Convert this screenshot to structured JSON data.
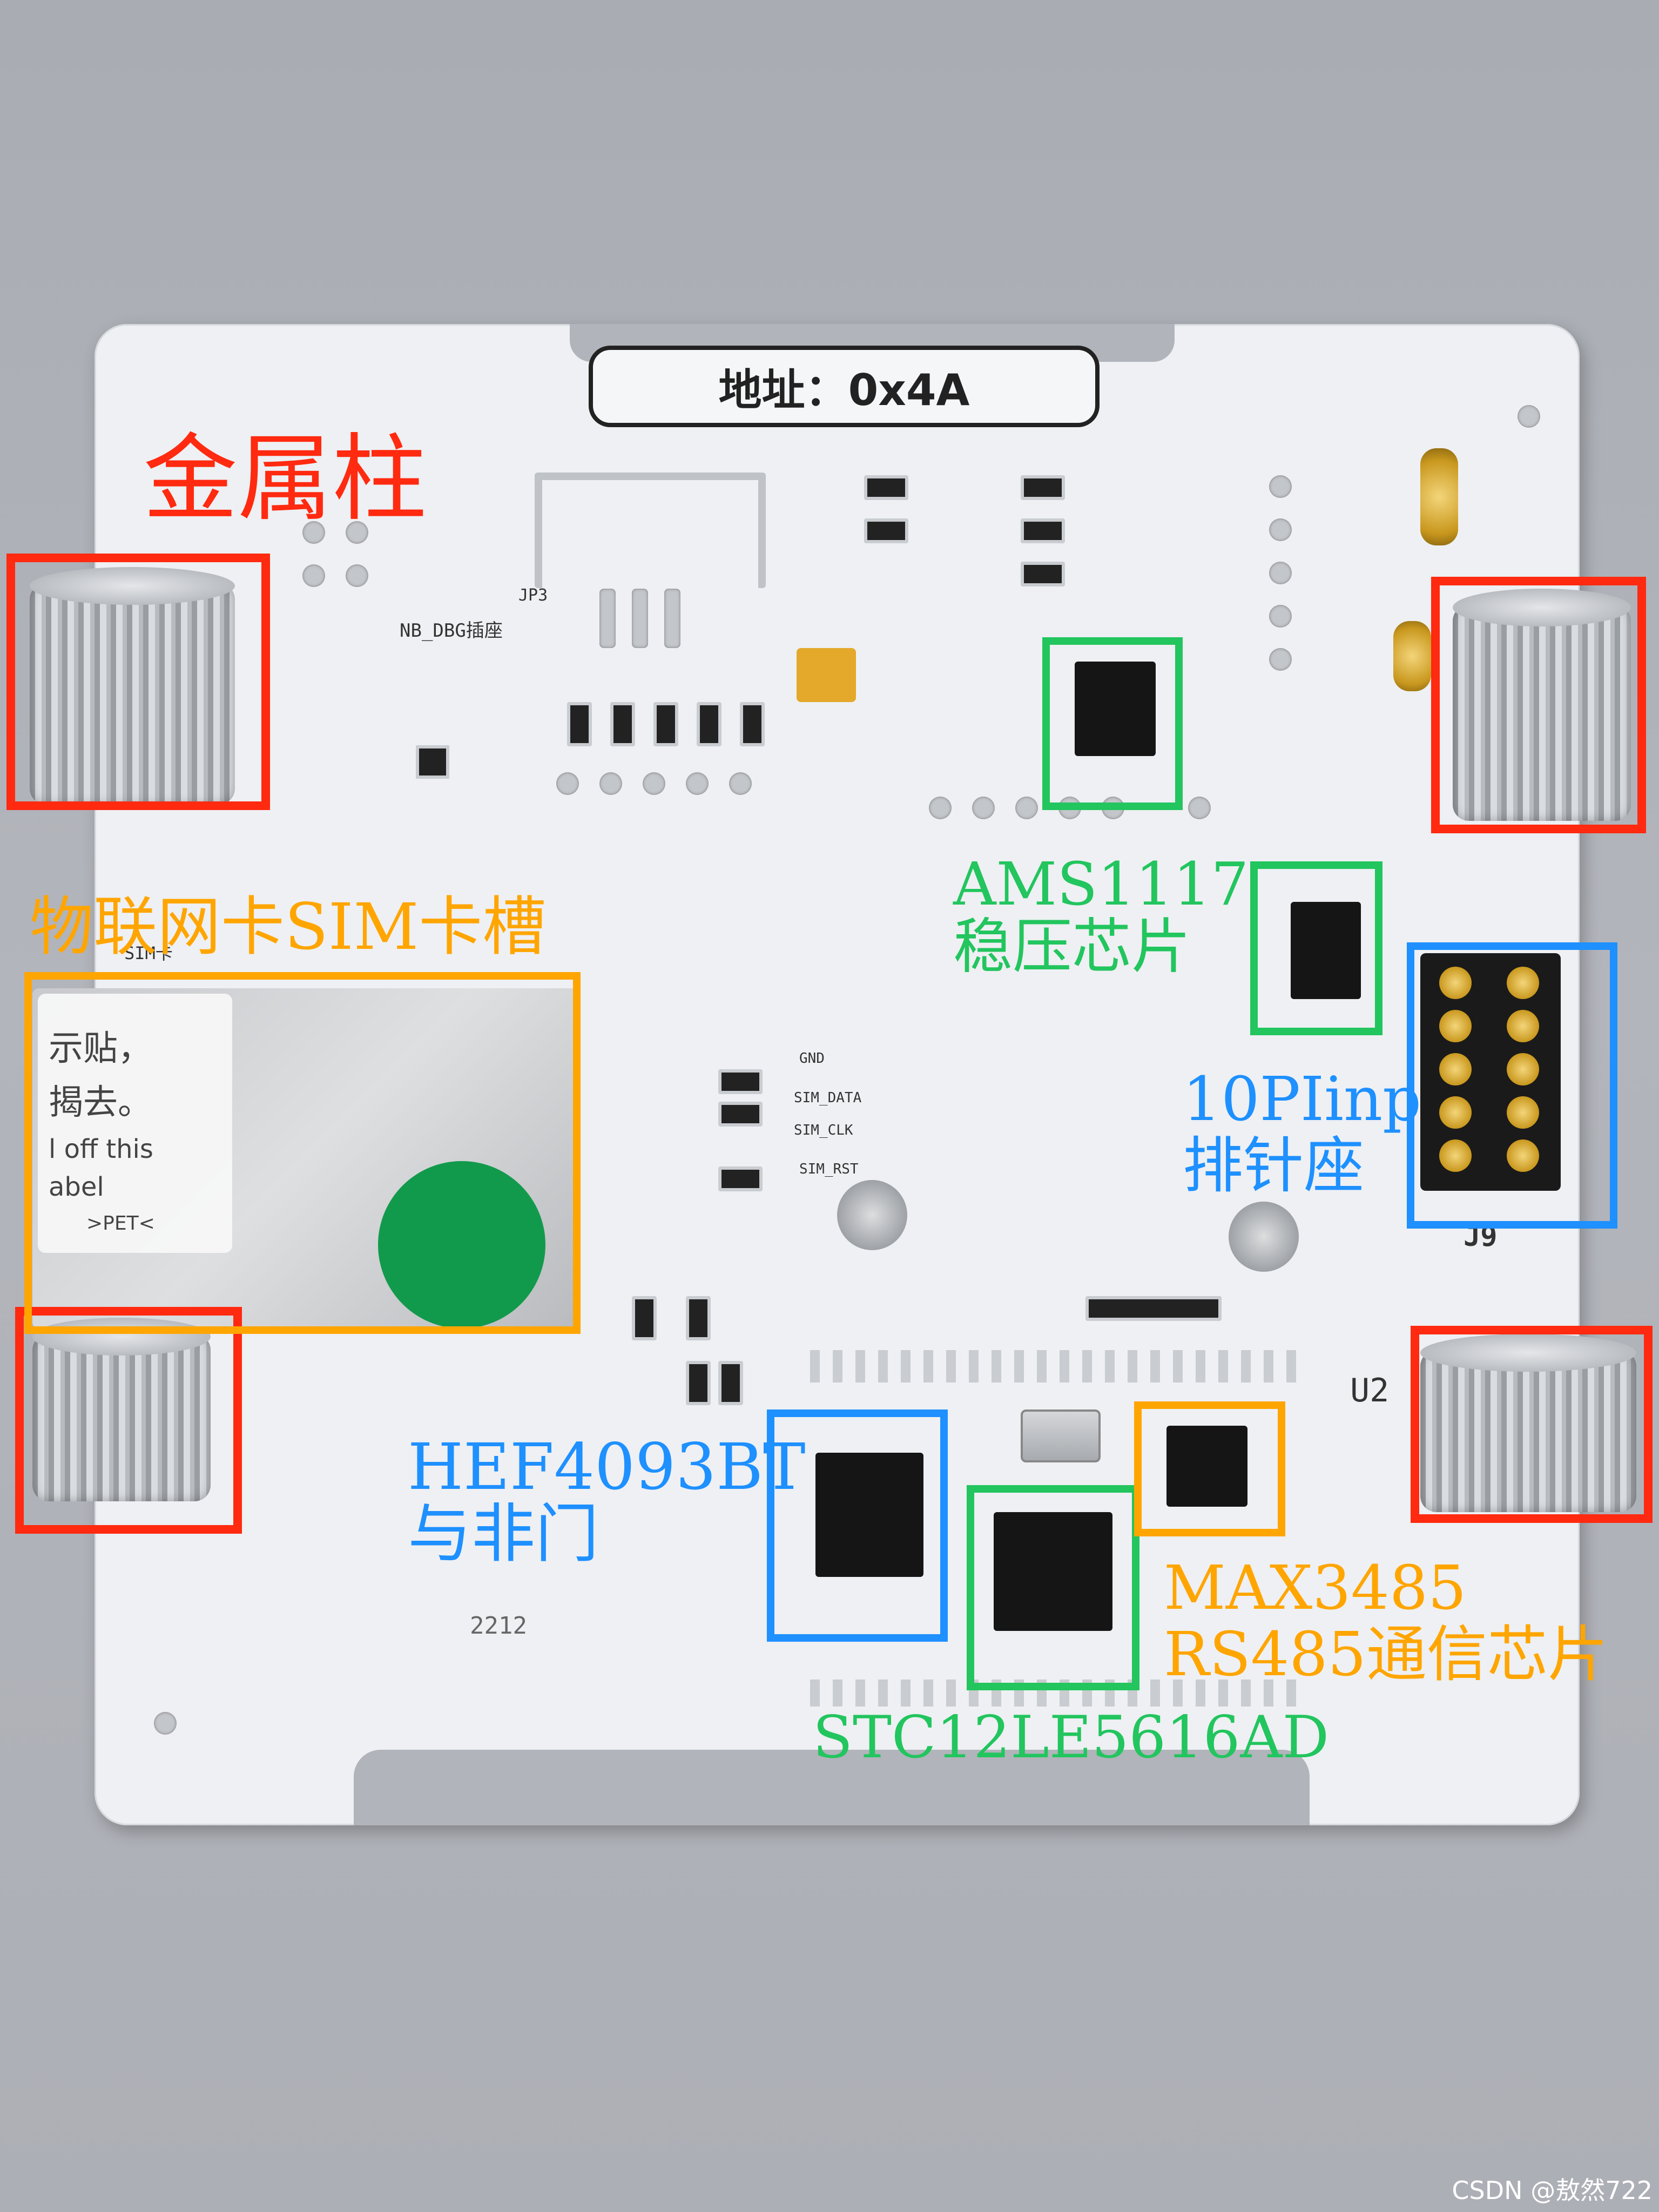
{
  "board": {
    "address_label": "地址：0x4A",
    "silk_labels": {
      "jp3": "JP3",
      "nb_dbg": "NB_DBG插座",
      "sim_card": "SIM卡",
      "u2": "U2",
      "j9": "J9",
      "gnd": "GND",
      "sim_data": "SIM_DATA",
      "sim_clk": "SIM_CLK",
      "sim_rst": "SIM_RST",
      "date_code": "2212"
    },
    "sticker_lines": [
      "示贴，",
      "揭去。",
      "l off this",
      "abel",
      ">PET<"
    ]
  },
  "annotations": {
    "metal_posts": {
      "label": "金属柱",
      "color": "#ff2a10"
    },
    "sim_slot": {
      "label": "物联网卡SIM卡槽",
      "color": "#ffa500"
    },
    "ams1117": {
      "line1": "AMS1117",
      "line2": "稳压芯片",
      "color": "#22c55e"
    },
    "header_10pin": {
      "line1": "10PIinp",
      "line2": "排针座",
      "color": "#1e90ff"
    },
    "hef4093": {
      "line1": "HEF4093BT",
      "line2": "与非门",
      "color": "#1e90ff"
    },
    "max3485": {
      "line1": "MAX3485",
      "line2": "RS485通信芯片",
      "color": "#ffa500"
    },
    "stc12": {
      "label": "STC12LE5616AD",
      "color": "#22c55e"
    }
  },
  "watermark": "CSDN @敖然722"
}
